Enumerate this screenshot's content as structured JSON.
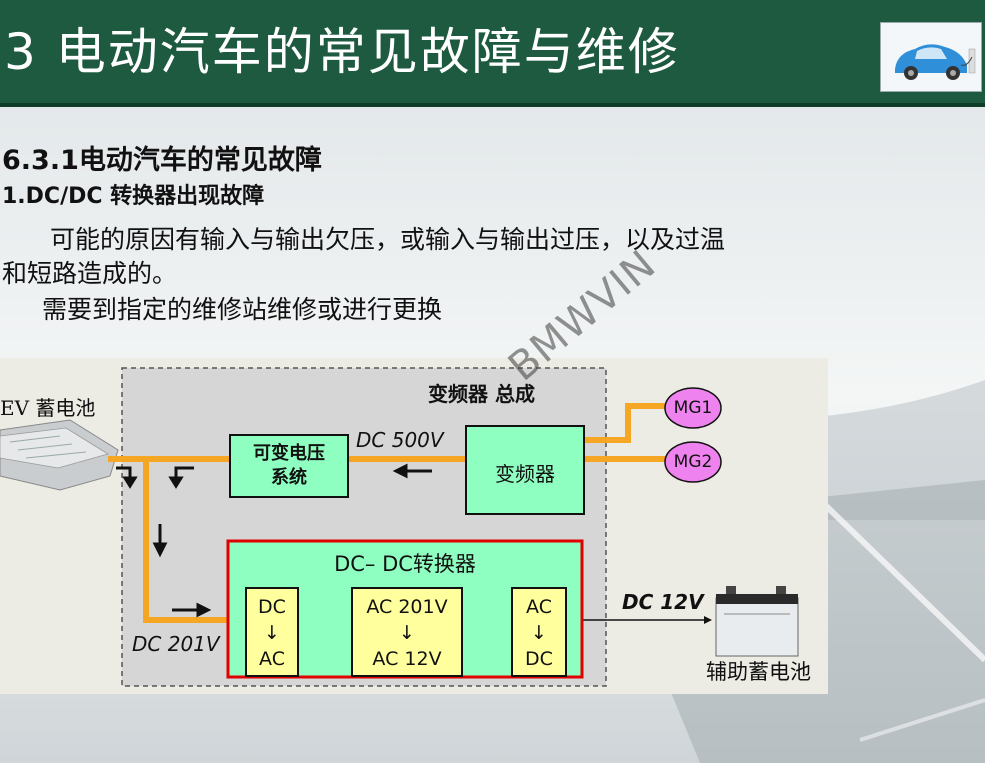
{
  "slide": {
    "title": "3 电动汽车的常见故障与维修",
    "section_heading": "6.3.1电动汽车的常见故障",
    "subheading": "1.DC/DC 转换器出现故障",
    "paragraph_line1": "可能的原因有输入与输出欠压，或输入与输出过压，以及过温",
    "paragraph_line2": "和短路造成的。",
    "paragraph_line3": "需要到指定的维修站维修或进行更换",
    "watermark": "BMWVIN"
  },
  "diagram": {
    "ev_battery_label": "EV 蓄电池",
    "inverter_assembly_label": "变频器 总成",
    "variable_voltage_label": "可变电压\n系统",
    "inverter_label": "变频器",
    "dc500_label": "DC 500V",
    "mg1_label": "MG1",
    "mg2_label": "MG2",
    "dcdc_title": "DC– DC转换器",
    "dc_ac_box": "DC\n↓\nAC",
    "ac201_ac12_box": "AC 201V\n↓\nAC 12V",
    "ac_dc_box": "AC\n↓\nDC",
    "dc201_label": "DC 201V",
    "dc12_label": "DC 12V",
    "aux_battery_label": "辅助蓄电池"
  },
  "colors": {
    "header_bg": "#1d5a40",
    "orange_line": "#f5a623",
    "box_green": "#8effc0",
    "box_yellow": "#ffff9e",
    "mg_pink": "#ee82ee",
    "dcdc_border": "#e00000"
  }
}
